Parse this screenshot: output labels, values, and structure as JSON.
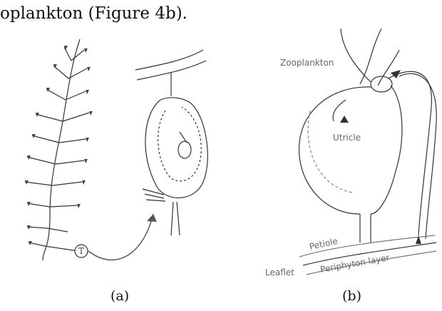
{
  "header_text": "oplankton (Figure 4b).",
  "panel_a": {
    "caption": "(a)",
    "trap_marker": "T"
  },
  "panel_b": {
    "caption": "(b)",
    "labels": {
      "zooplankton": "Zooplankton",
      "utricle": "Utricle",
      "petiole": "Petiole",
      "periphyton": "Periphyton layer",
      "leaflet": "Leaflet"
    }
  }
}
